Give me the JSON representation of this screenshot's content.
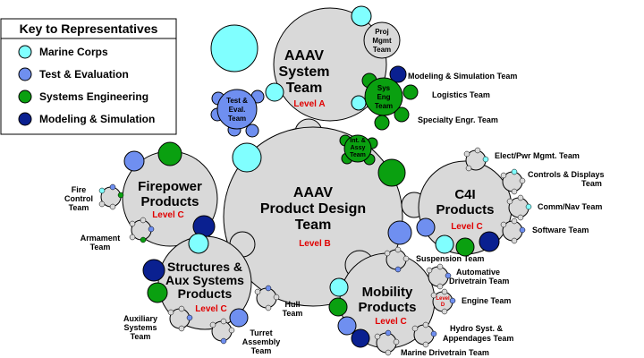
{
  "legend": {
    "title": "Key to Representatives",
    "items": [
      {
        "label": "Marine Corps",
        "color": "#80ffff"
      },
      {
        "label": "Test & Evaluation",
        "color": "#6f8ff0"
      },
      {
        "label": "Systems Engineering",
        "color": "#0aa010"
      },
      {
        "label": "Modeling & Simulation",
        "color": "#0a2090"
      }
    ]
  },
  "colors": {
    "team_circle": "#d9d9d9",
    "marine_corps": "#80ffff",
    "test_eval": "#6f8ff0",
    "systems_eng": "#0aa010",
    "modeling_sim": "#0a2090",
    "level_text": "#e00000"
  },
  "teams": {
    "system": {
      "title_1": "AAAV",
      "title_2": "System",
      "title_3": "Team",
      "level": "Level A"
    },
    "product_design": {
      "title_1": "AAAV",
      "title_2": "Product Design",
      "title_3": "Team",
      "level": "Level B"
    },
    "firepower": {
      "title_1": "Firepower",
      "title_2": "Products",
      "level": "Level C"
    },
    "c4i": {
      "title_1": "C4I",
      "title_2": "Products",
      "level": "Level C"
    },
    "structures": {
      "title_1": "Structures &",
      "title_2": "Aux Systems",
      "title_3": "Products",
      "level": "Level C"
    },
    "mobility": {
      "title_1": "Mobility",
      "title_2": "Products",
      "level": "Level C"
    }
  },
  "small_circles": {
    "proj_mgmt": [
      "Proj",
      "Mgmt",
      "Team"
    ],
    "test_eval": [
      "Test &",
      "Eval.",
      "Team"
    ],
    "sys_eng": [
      "Sys",
      "Eng",
      "Team"
    ],
    "int_assy": [
      "Int. &",
      "Assy",
      "Team"
    ],
    "level_d": [
      "Level",
      "D"
    ]
  },
  "labels": {
    "modeling_sim_team": "Modeling & Simulation Team",
    "logistics_team": "Logistics Team",
    "specialty_team": "Specialty Engr. Team",
    "elect_pwr": "Elect/Pwr Mgmt. Team",
    "controls_1": "Controls & Displays",
    "controls_2": "Team",
    "comm_nav": "Comm/Nav Team",
    "software": "Software Team",
    "fire_control_1": "Fire",
    "fire_control_2": "Control",
    "fire_control_3": "Team",
    "armament_1": "Armament",
    "armament_2": "Team",
    "suspension": "Suspension Team",
    "auto_drive_1": "Automative",
    "auto_drive_2": "Drivetrain Team",
    "engine": "Engine Team",
    "hydro_1": "Hydro Syst. &",
    "hydro_2": "Appendages Team",
    "marine_drive": "Marine Drivetrain Team",
    "hull_1": "Hull",
    "hull_2": "Team",
    "auxiliary_1": "Auxiliary",
    "auxiliary_2": "Systems",
    "auxiliary_3": "Team",
    "turret_1": "Turret",
    "turret_2": "Assembly",
    "turret_3": "Team"
  }
}
